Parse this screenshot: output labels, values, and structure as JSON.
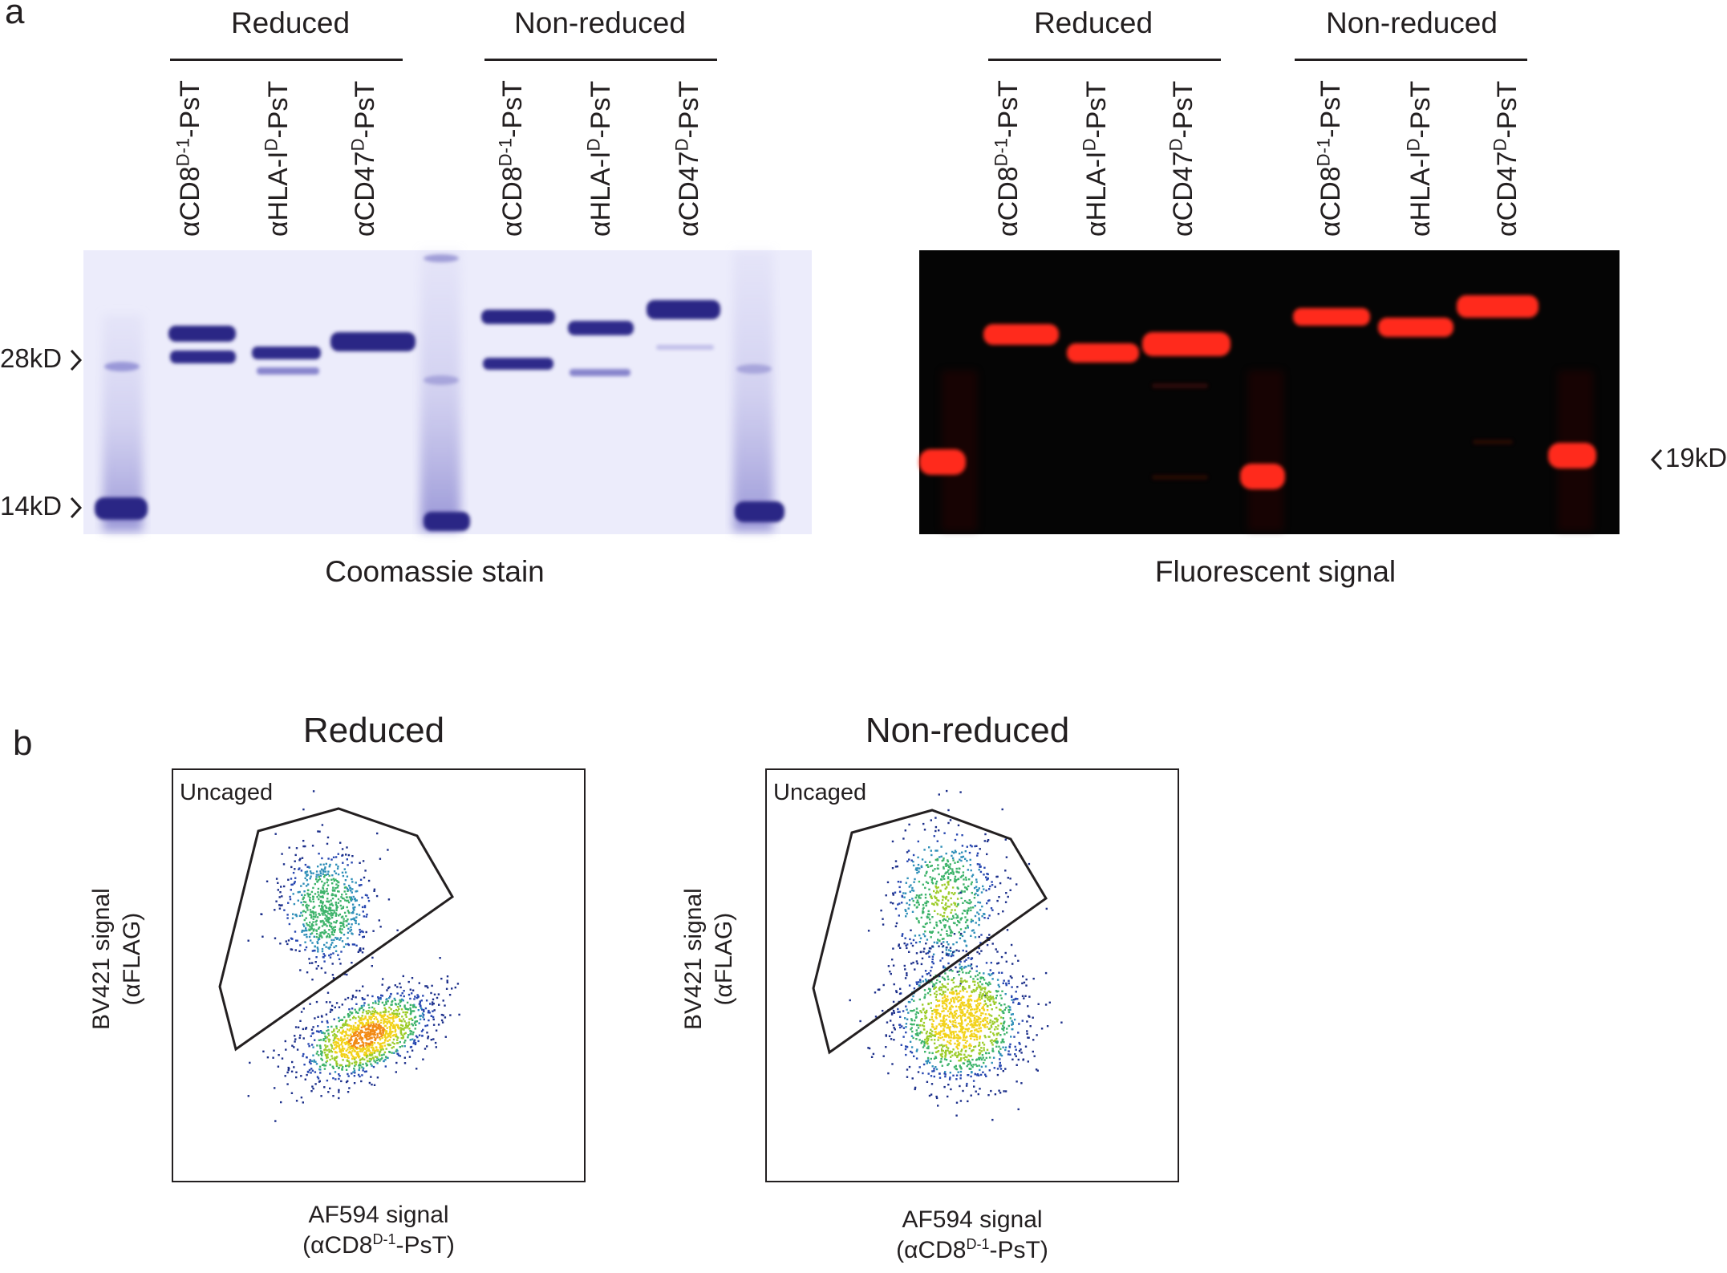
{
  "panel_a": {
    "letter": "a",
    "coomassie": {
      "groups": [
        "Reduced",
        "Non-reduced"
      ],
      "lanes": [
        {
          "base": "αCD8",
          "sup": "D-1",
          "tail": "-PsT"
        },
        {
          "base": "αHLA-I",
          "sup": "D",
          "tail": "-PsT"
        },
        {
          "base": "αCD47",
          "sup": "D",
          "tail": "-PsT"
        },
        {
          "base": "αCD8",
          "sup": "D-1",
          "tail": "-PsT"
        },
        {
          "base": "αHLA-I",
          "sup": "D",
          "tail": "-PsT"
        },
        {
          "base": "αCD47",
          "sup": "D",
          "tail": "-PsT"
        }
      ],
      "markers": [
        "28kD",
        "14kD"
      ],
      "caption": "Coomassie stain"
    },
    "fluorescent": {
      "groups": [
        "Reduced",
        "Non-reduced"
      ],
      "lanes": [
        {
          "base": "αCD8",
          "sup": "D-1",
          "tail": "-PsT"
        },
        {
          "base": "αHLA-I",
          "sup": "D",
          "tail": "-PsT"
        },
        {
          "base": "αCD47",
          "sup": "D",
          "tail": "-PsT"
        },
        {
          "base": "αCD8",
          "sup": "D-1",
          "tail": "-PsT"
        },
        {
          "base": "αHLA-I",
          "sup": "D",
          "tail": "-PsT"
        },
        {
          "base": "αCD47",
          "sup": "D",
          "tail": "-PsT"
        }
      ],
      "markers": [
        "19kD"
      ],
      "caption": "Fluorescent signal"
    },
    "colors": {
      "coomassie_bg": "#ececfb",
      "coomassie_band": "#2a2585",
      "fluor_bg": "#050505",
      "fluor_band": "#ff2a1a"
    }
  },
  "panel_b": {
    "letter": "b",
    "plots": [
      {
        "title": "Reduced",
        "gate": "Uncaged",
        "y_title": {
          "line1": "BV421 signal",
          "line2": "(αFLAG)"
        },
        "x_title": {
          "line1": "AF594 signal",
          "line2_base": "(αCD8",
          "line2_sup": "D-1",
          "line2_tail": "-PsT)"
        }
      },
      {
        "title": "Non-reduced",
        "gate": "Uncaged",
        "y_title": {
          "line1": "BV421 signal",
          "line2": "(αFLAG)"
        },
        "x_title": {
          "line1": "AF594 signal",
          "line2_base": "(αCD8",
          "line2_sup": "D-1",
          "line2_tail": "-PsT)"
        }
      }
    ]
  }
}
